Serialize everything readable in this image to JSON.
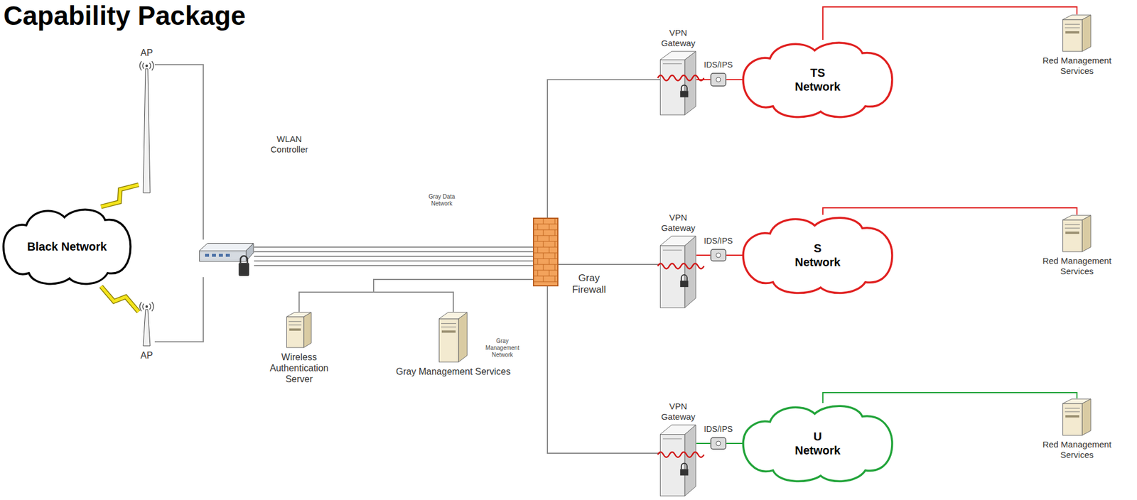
{
  "diagram": {
    "title": "Capability Package",
    "nodes": [
      {
        "text": [
          "Black Network"
        ]
      },
      {
        "text": [
          "AP"
        ]
      },
      {
        "text": [
          "AP"
        ]
      },
      {
        "text": [
          "WLAN Controller"
        ]
      },
      {
        "text": [
          "Gray Firewall"
        ]
      },
      {
        "text": [
          "Wireless Authentication Server"
        ]
      },
      {
        "text": [
          "Gray Management Services"
        ]
      },
      {
        "text": [
          "VPN Gateway"
        ]
      },
      {
        "text": [
          "IDS/IPS"
        ]
      },
      {
        "text": [
          "TS Network"
        ]
      },
      {
        "text": [
          "Red Management Services"
        ]
      },
      {
        "text": [
          "VPN Gateway"
        ]
      },
      {
        "text": [
          "IDS/IPS"
        ]
      },
      {
        "text": [
          "S Network"
        ]
      },
      {
        "text": [
          "Red Management Services"
        ]
      },
      {
        "text": [
          "VPN Gateway"
        ]
      },
      {
        "text": [
          "IDS/IPS"
        ]
      },
      {
        "text": [
          "U Network"
        ]
      },
      {
        "text": [
          "Red Management Services"
        ]
      }
    ],
    "edges": [
      {
        "from": 0,
        "to": 1,
        "arrow": "none"
      },
      {
        "from": 0,
        "to": 2,
        "arrow": "none"
      },
      {
        "from": 1,
        "to": 3,
        "arrow": "none"
      },
      {
        "from": 2,
        "to": 3,
        "arrow": "none"
      },
      {
        "from": 3,
        "to": 4,
        "arrow": "none"
      },
      {
        "from": 5,
        "to": 4,
        "arrow": "none"
      },
      {
        "from": 6,
        "to": 4,
        "arrow": "none"
      },
      {
        "from": 4,
        "to": 7,
        "arrow": "none"
      },
      {
        "from": 4,
        "to": 11,
        "arrow": "none"
      },
      {
        "from": 4,
        "to": 15,
        "arrow": "none"
      },
      {
        "from": 7,
        "to": 8,
        "arrow": "none"
      },
      {
        "from": 8,
        "to": 9,
        "arrow": "none"
      },
      {
        "from": 9,
        "to": 10,
        "arrow": "none"
      },
      {
        "from": 11,
        "to": 12,
        "arrow": "none"
      },
      {
        "from": 12,
        "to": 13,
        "arrow": "none"
      },
      {
        "from": 13,
        "to": 14,
        "arrow": "none"
      },
      {
        "from": 15,
        "to": 16,
        "arrow": "none"
      },
      {
        "from": 16,
        "to": 17,
        "arrow": "none"
      },
      {
        "from": 17,
        "to": 18,
        "arrow": "none"
      }
    ],
    "labels": [
      "Gray Data Network",
      "Gray Management Network"
    ]
  }
}
